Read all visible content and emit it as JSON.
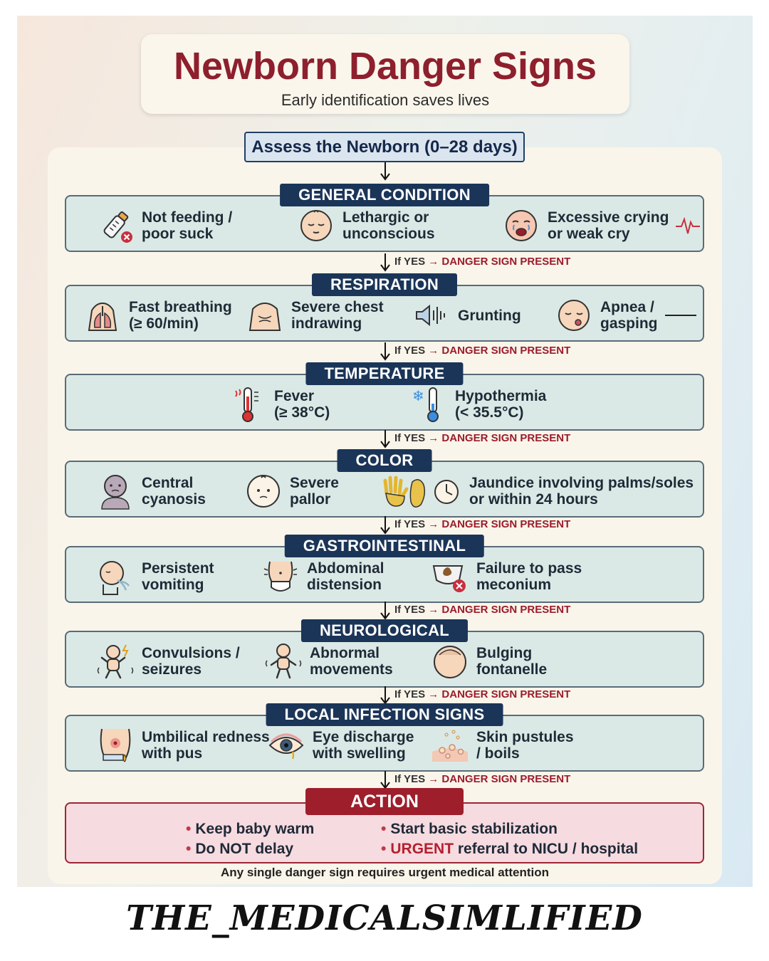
{
  "title": "Newborn Danger Signs",
  "subtitle": "Early identification saves lives",
  "assess": "Assess the Newborn (0–28 days)",
  "if_yes": "If YES",
  "arrow_symbol": "→",
  "danger_text": "DANGER SIGN PRESENT",
  "sections": [
    {
      "title": "GENERAL CONDITION",
      "items": [
        {
          "label": "Not feeding /\npoor suck",
          "icon": "bottle-icon"
        },
        {
          "label": "Lethargic or\nunconscious",
          "icon": "sleepy-baby-icon"
        },
        {
          "label": "Excessive crying\nor weak cry",
          "icon": "crying-baby-icon"
        }
      ]
    },
    {
      "title": "RESPIRATION",
      "items": [
        {
          "label": "Fast breathing\n(≥ 60/min)",
          "icon": "lungs-icon"
        },
        {
          "label": "Severe chest\nindrawing",
          "icon": "chest-icon"
        },
        {
          "label": "Grunting",
          "icon": "speaker-icon"
        },
        {
          "label": "Apnea /\ngasping",
          "icon": "gasping-baby-icon"
        }
      ]
    },
    {
      "title": "TEMPERATURE",
      "items": [
        {
          "label": "Fever\n(≥ 38°C)",
          "icon": "hot-thermometer-icon"
        },
        {
          "label": "Hypothermia\n(< 35.5°C)",
          "icon": "cold-thermometer-icon"
        }
      ]
    },
    {
      "title": "COLOR",
      "items": [
        {
          "label": "Central\ncyanosis",
          "icon": "cyanotic-baby-icon"
        },
        {
          "label": "Severe\npallor",
          "icon": "pale-baby-icon"
        },
        {
          "label": "Jaundice involving palms/soles\nor within 24 hours",
          "icon": "hand-foot-clock-icon"
        }
      ]
    },
    {
      "title": "GASTROINTESTINAL",
      "items": [
        {
          "label": "Persistent\nvomiting",
          "icon": "vomiting-baby-icon"
        },
        {
          "label": "Abdominal\ndistension",
          "icon": "abdomen-icon"
        },
        {
          "label": "Failure to pass\nmeconium",
          "icon": "diaper-icon"
        }
      ]
    },
    {
      "title": "NEUROLOGICAL",
      "items": [
        {
          "label": "Convulsions /\nseizures",
          "icon": "seizure-baby-icon"
        },
        {
          "label": "Abnormal\nmovements",
          "icon": "moving-baby-icon"
        },
        {
          "label": "Bulging\nfontanelle",
          "icon": "baby-head-icon"
        }
      ]
    },
    {
      "title": "LOCAL INFECTION SIGNS",
      "items": [
        {
          "label": "Umbilical redness\nwith pus",
          "icon": "umbilicus-icon"
        },
        {
          "label": "Eye discharge\nwith swelling",
          "icon": "eye-icon"
        },
        {
          "label": "Skin pustules\n/ boils",
          "icon": "skin-icon"
        }
      ]
    }
  ],
  "action": {
    "title": "ACTION",
    "left": [
      {
        "pre": "Keep baby warm",
        "red": "",
        "post": ""
      },
      {
        "pre": "Do ",
        "red": "NOT",
        "post": " delay",
        "red_is_dark": true
      }
    ],
    "right": [
      {
        "pre": "Start basic stabilization",
        "red": "",
        "post": ""
      },
      {
        "pre": "",
        "red": "URGENT",
        "post": " referral to NICU / hospital"
      }
    ]
  },
  "footer_note": "Any single danger sign requires urgent medical attention",
  "brand": "THE_MEDICALSIMLIFIED",
  "colors": {
    "title": "#8e1f2c",
    "section_header": "#1b3558",
    "section_fill": "#dbe9e6",
    "action": "#9e1e2c",
    "danger": "#9b1c2c"
  }
}
